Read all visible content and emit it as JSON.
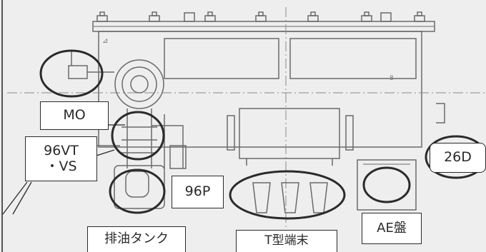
{
  "labels": {
    "mo": "MO",
    "vt_line1": "96VT",
    "vt_line2": "・VS",
    "p96": "96P",
    "drain_tank": "排油タンク",
    "t_terminal": "T型端末",
    "ae_panel": "AE盤",
    "d26": "26D"
  },
  "colors": {
    "background": "#eeeeee",
    "line": "#2a2a2a",
    "drawing_line": "#6a6a6a"
  }
}
